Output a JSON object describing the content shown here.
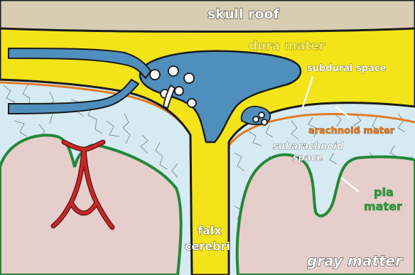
{
  "labels": {
    "skull_roof": "skull roof",
    "dura_mater": "dura mater",
    "subdural_space": "subdural space",
    "arachnoid_mater": "arachnoid mater",
    "subarachnoid_space_line1": "subarachnoid",
    "subarachnoid_space_line2": "space",
    "pia_mater_line1": "pia",
    "pia_mater_line2": "mater",
    "falx_cerebri_line1": "falx",
    "falx_cerebri_line2": "cerebri",
    "gray_matter": "gray matter"
  },
  "colors": {
    "skull": "#d8cdb2",
    "dura": "#f2e418",
    "sinus": "#4f8fbe",
    "subarachnoid": "#d6eaf3",
    "gray_matter": "#e6cfcb",
    "pia": "#23883a",
    "arachnoid": "#e07b25",
    "artery": "#c8282a",
    "dura_label": "#f5ec6a",
    "arachnoid_label": "#e57a22",
    "pia_label": "#2aa040"
  }
}
